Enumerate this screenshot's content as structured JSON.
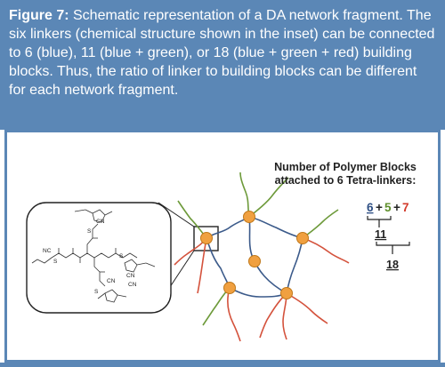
{
  "caption": {
    "label": "Figure 7:",
    "text": " Schematic representation of a DA network fragment. The six linkers (chemical structure shown in the inset) can be connected to 6 (blue), 11 (blue + green), or 18 (blue + green + red) building blocks. Thus, the ratio of linker to building blocks can be different for each network fragment."
  },
  "legend": {
    "title_line1": "Number of Polymer Blocks",
    "title_line2": "attached to 6 Tetra-linkers:",
    "term_blue": "6",
    "plus1": "+",
    "term_green": "5",
    "plus2": "+",
    "term_red": "7",
    "sum_11": "11",
    "sum_18": "18"
  },
  "inset": {
    "label_cn_top": "CN",
    "label_nc_left": "NC",
    "label_cn_right": "CN",
    "label_cn_bottom": "CN",
    "label_cn_bottom2": "CN",
    "label_s": "S"
  },
  "colors": {
    "frame": "#5b87b6",
    "blue_block": "#3b5a8a",
    "green_block": "#6d9a3a",
    "red_block": "#d4523c",
    "node": "#f0a040",
    "term_blue": "#2e4f84",
    "term_green": "#5e8f2a",
    "term_red": "#d23a2a"
  }
}
